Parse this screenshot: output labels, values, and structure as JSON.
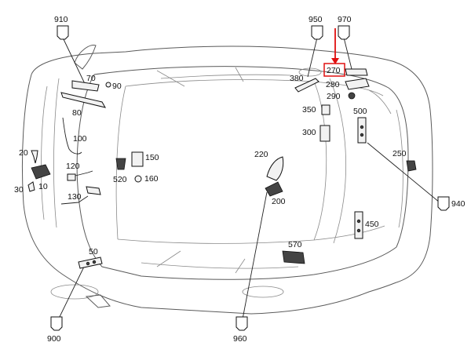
{
  "labels": {
    "p910": "910",
    "p950": "950",
    "p970": "970",
    "p70": "70",
    "p90": "90",
    "p80": "80",
    "p380": "380",
    "p270": "270",
    "p280": "280",
    "p290": "290",
    "p350": "350",
    "p500": "500",
    "p300": "300",
    "p100": "100",
    "p20": "20",
    "p120": "120",
    "p10": "10",
    "p30": "30",
    "p130": "130",
    "p150": "150",
    "p520": "520",
    "p160": "160",
    "p220": "220",
    "p200": "200",
    "p250": "250",
    "p940": "940",
    "p450": "450",
    "p570": "570",
    "p50": "50",
    "p900": "900",
    "p960": "960"
  },
  "highlight": {
    "target": "270",
    "color": "#e01010"
  }
}
